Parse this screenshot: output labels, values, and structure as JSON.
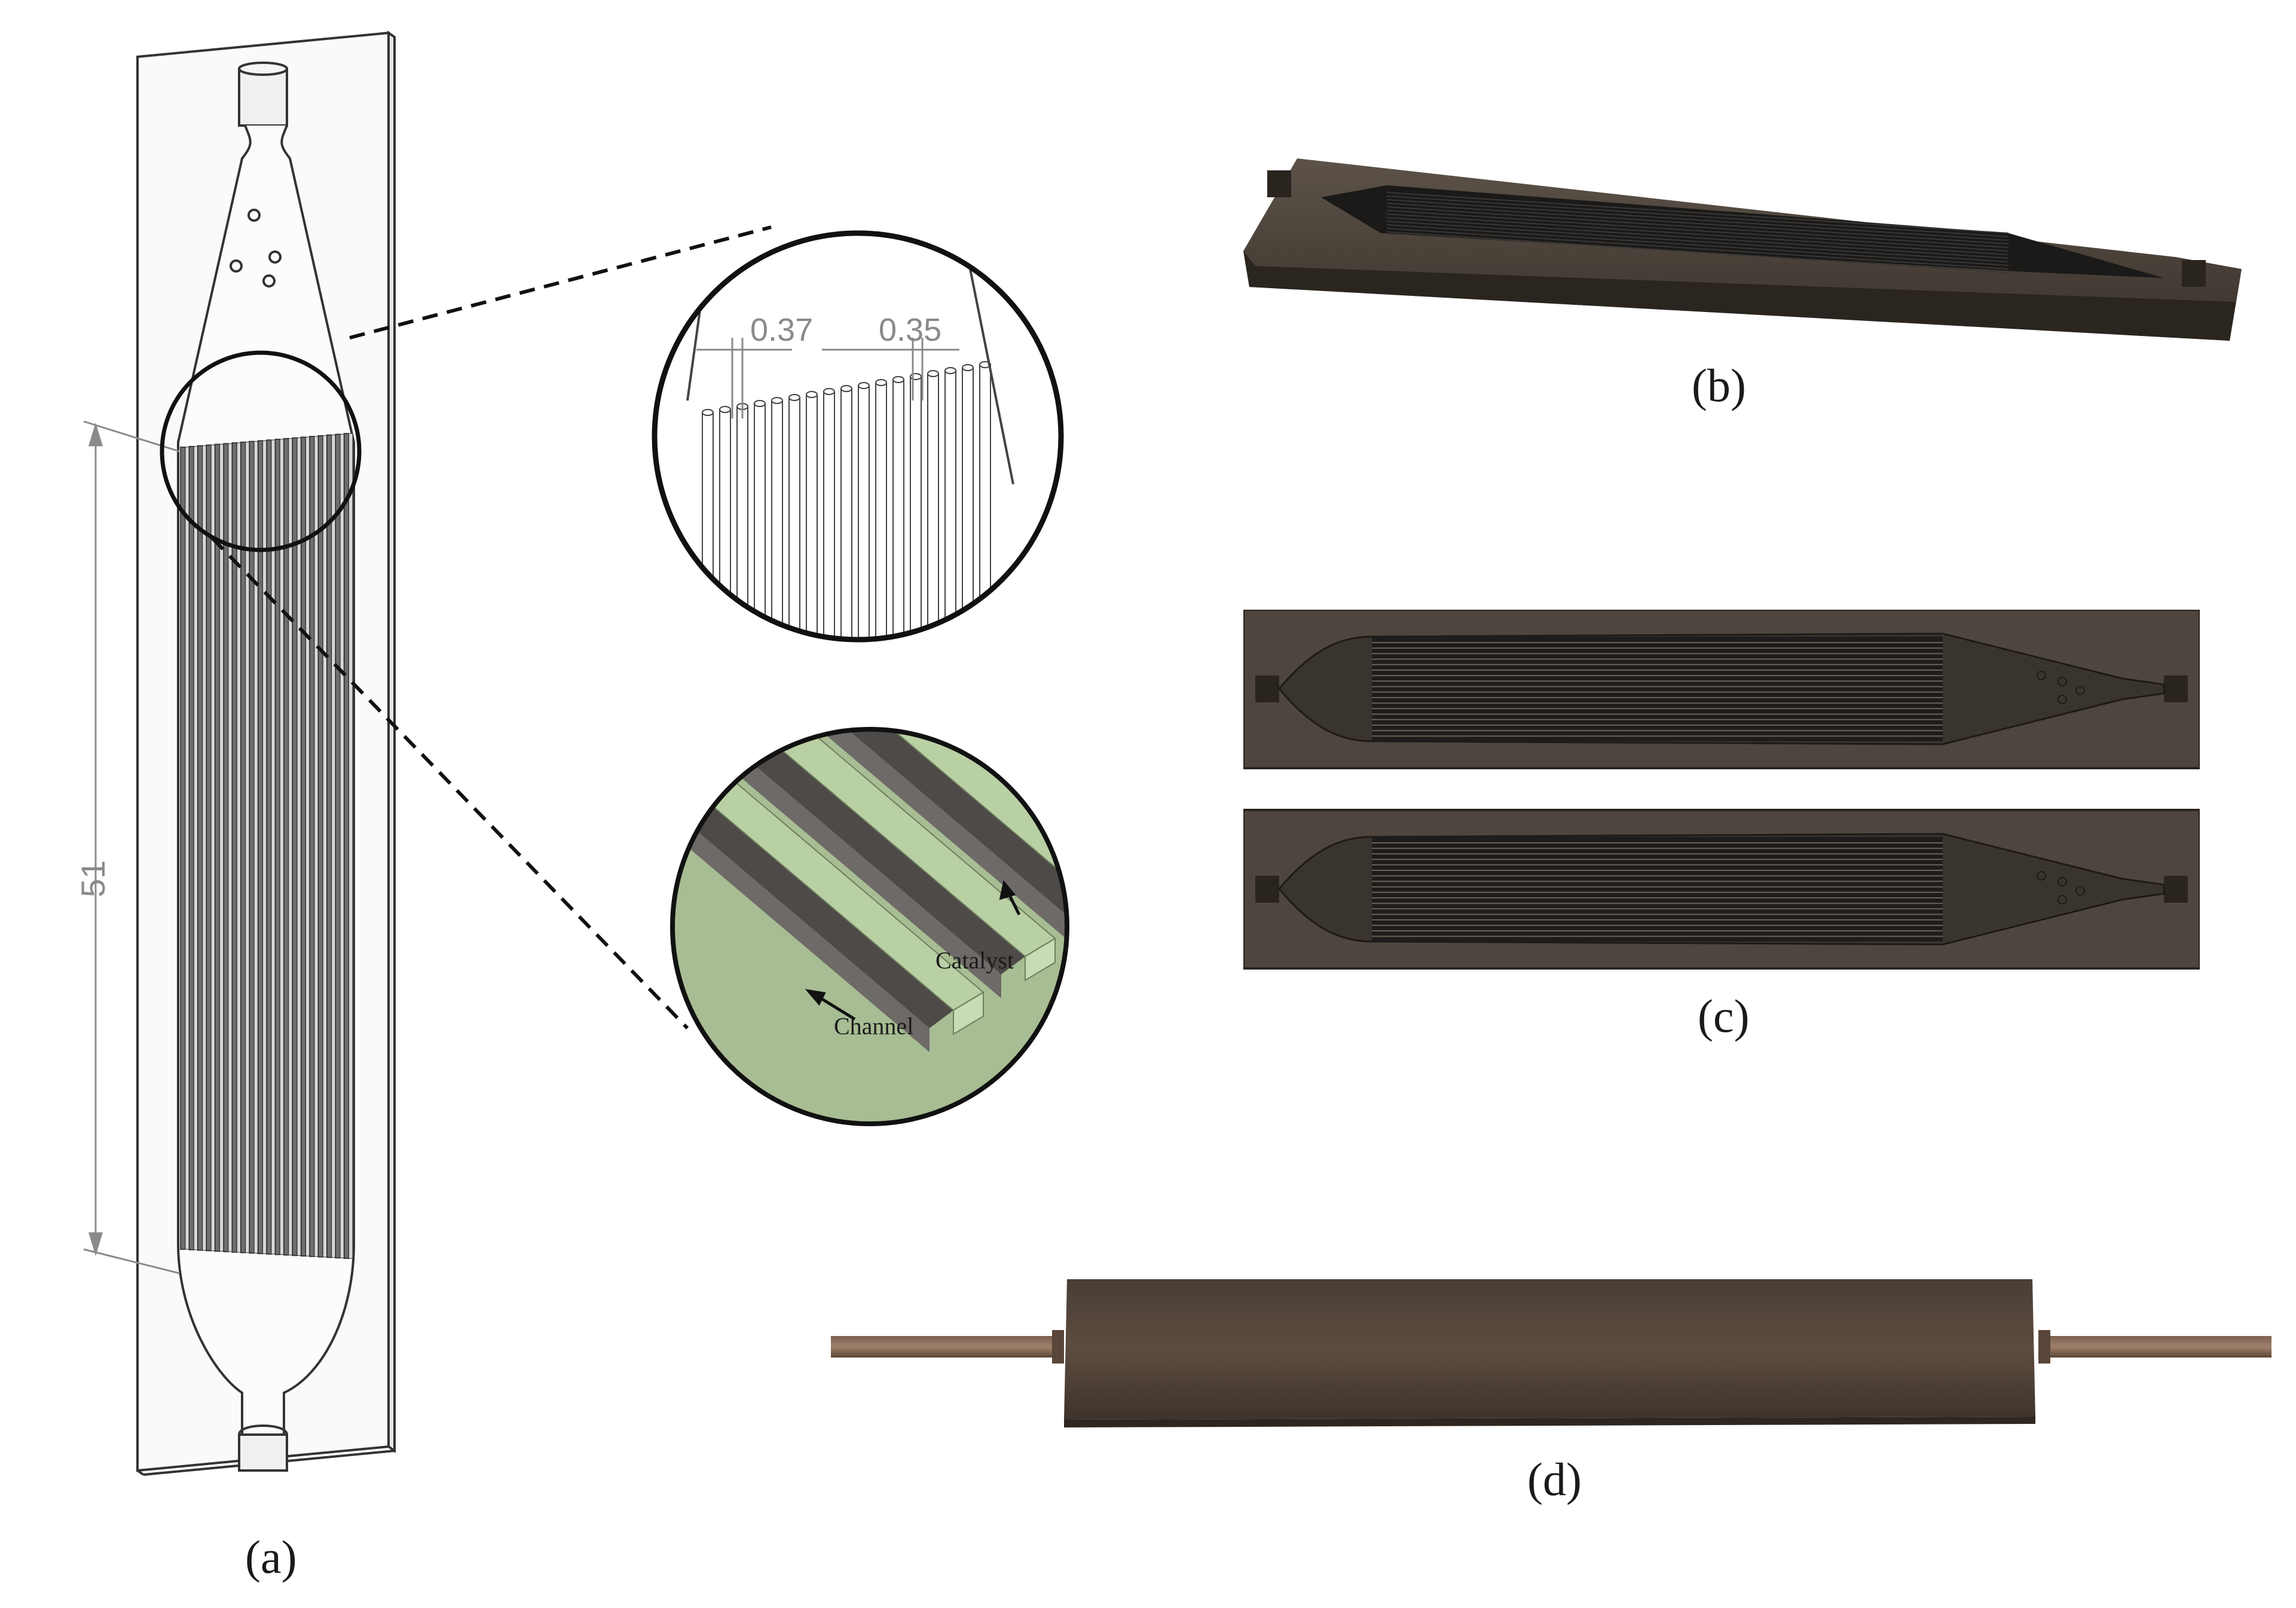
{
  "panel_a": {
    "caption": "(a)",
    "dimension_length": "51",
    "zoom_top": {
      "dim_left": "0.37",
      "dim_right": "0.35"
    },
    "zoom_bottom": {
      "label_catalyst": "Catalyst",
      "label_channel": "Channel"
    }
  },
  "panel_b": {
    "caption": "(b)"
  },
  "panel_c": {
    "caption": "(c)"
  },
  "panel_d": {
    "caption": "(d)"
  },
  "colors": {
    "metal_dark": "#2e2a26",
    "metal_plate": "#4a423a",
    "catalyst_green": "#b9cfa4",
    "zoom_bg": "#a8bd93",
    "channel_grey": "#5a5656",
    "drawing_line": "#333333"
  }
}
